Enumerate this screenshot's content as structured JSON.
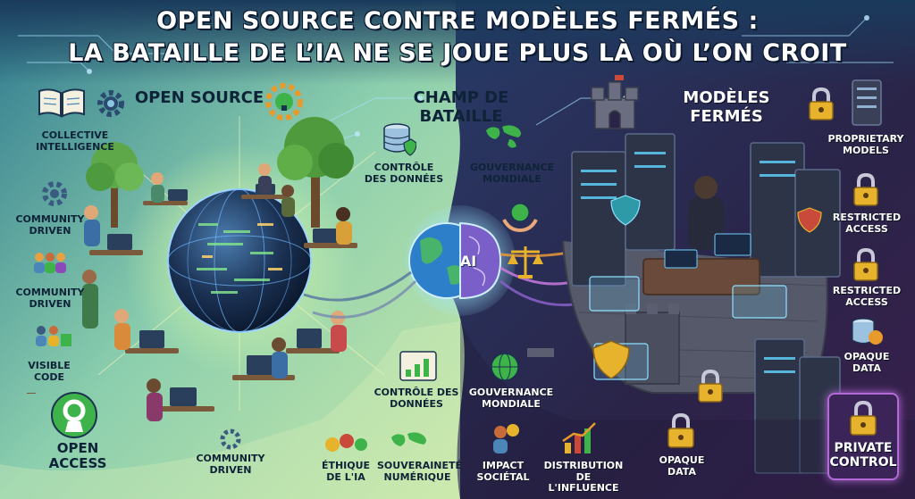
{
  "title": {
    "line1": "OPEN SOURCE CONTRE MODÈLES FERMÉS :",
    "line2": "LA BATAILLE DE L’IA NE SE JOUE PLUS LÀ OÙ L’ON CROIT"
  },
  "sections": {
    "open_source": "OPEN SOURCE",
    "battlefield": "CHAMP DE BATAILLE",
    "closed_models": "MODÈLES FERMÉS"
  },
  "left_labels": {
    "collective": "COLLECTIVE INTELLIGENCE",
    "community1": "COMMUNITY DRIVEN",
    "community2": "COMMUNITY DRIVEN",
    "visible_code": "VISIBLE CODE",
    "open_access": "OPEN ACCESS",
    "community3": "COMMUNITY DRIVEN"
  },
  "center_labels": {
    "data_control_top": "CONTRÔLE DES DONNÉES",
    "governance_top": "GOUVERNANCE MONDIALE",
    "ai": "AI",
    "data_control_bottom": "CONTRÔLE DES DONNÉES",
    "governance_bottom": "GOUVERNANCE MONDIALE",
    "ethics": "ÉTHIQUE DE L'IA",
    "sovereignty": "SOUVERAINETÉ NUMÉRIQUE",
    "impact": "IMPACT SOCIÉTAL",
    "distribution": "DISTRIBUTION DE L'INFLUENCE"
  },
  "right_labels": {
    "proprietary": "PROPRIETARY MODELS",
    "restricted1": "RESTRICTED ACCESS",
    "restricted2": "RESTRICTED ACCESS",
    "opaque_data1": "OPAQUE DATA",
    "opaque_data2": "OPAQUE DATA",
    "private_control": "PRIVATE CONTROL"
  },
  "colors": {
    "left_bg": "#7fc6a8",
    "right_bg": "#2a2448",
    "accent_green": "#3db34a",
    "accent_purple": "#b36ad6",
    "lock_gold": "#e8b32c",
    "globe_blue": "#2c7fc8"
  },
  "icons": [
    "book-icon",
    "gear-icon",
    "lightbulb-icon",
    "cloud-icon",
    "tree-icon",
    "globe-icon",
    "network-sphere-icon",
    "server-icon",
    "lock-icon",
    "castle-icon",
    "shield-icon",
    "database-icon",
    "world-map-icon",
    "scales-icon",
    "chart-icon",
    "open-access-icon"
  ]
}
